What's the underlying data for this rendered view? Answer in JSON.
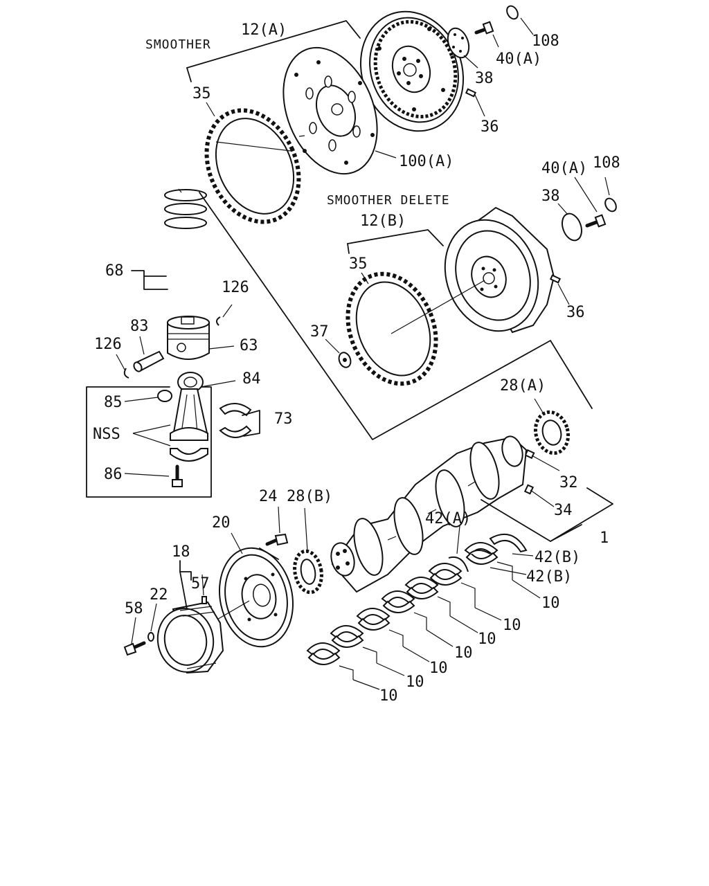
{
  "headings": {
    "smoother": "SMOOTHER",
    "smoother_delete": "SMOOTHER DELETE"
  },
  "labels": {
    "l_12a": "12(A)",
    "l_108_top": "108",
    "l_40a_top": "40(A)",
    "l_38_top": "38",
    "l_36_top": "36",
    "l_35_top": "35",
    "l_100a": "100(A)",
    "l_40a_mid": "40(A)",
    "l_108_mid": "108",
    "l_38_mid": "38",
    "l_12b": "12(B)",
    "l_35_mid": "35",
    "l_36_mid": "36",
    "l_37": "37",
    "l_68": "68",
    "l_126_a": "126",
    "l_83": "83",
    "l_126_b": "126",
    "l_63": "63",
    "l_84": "84",
    "l_85": "85",
    "l_73": "73",
    "l_nss": "NSS",
    "l_86": "86",
    "l_28a": "28(A)",
    "l_32": "32",
    "l_34": "34",
    "l_1": "1",
    "l_24": "24",
    "l_28b": "28(B)",
    "l_20": "20",
    "l_18": "18",
    "l_57": "57",
    "l_22": "22",
    "l_58": "58",
    "l_42a": "42(A)",
    "l_42b_1": "42(B)",
    "l_42b_2": "42(B)",
    "l_10_1": "10",
    "l_10_2": "10",
    "l_10_3": "10",
    "l_10_4": "10",
    "l_10_5": "10",
    "l_10_6": "10",
    "l_10_7": "10"
  }
}
